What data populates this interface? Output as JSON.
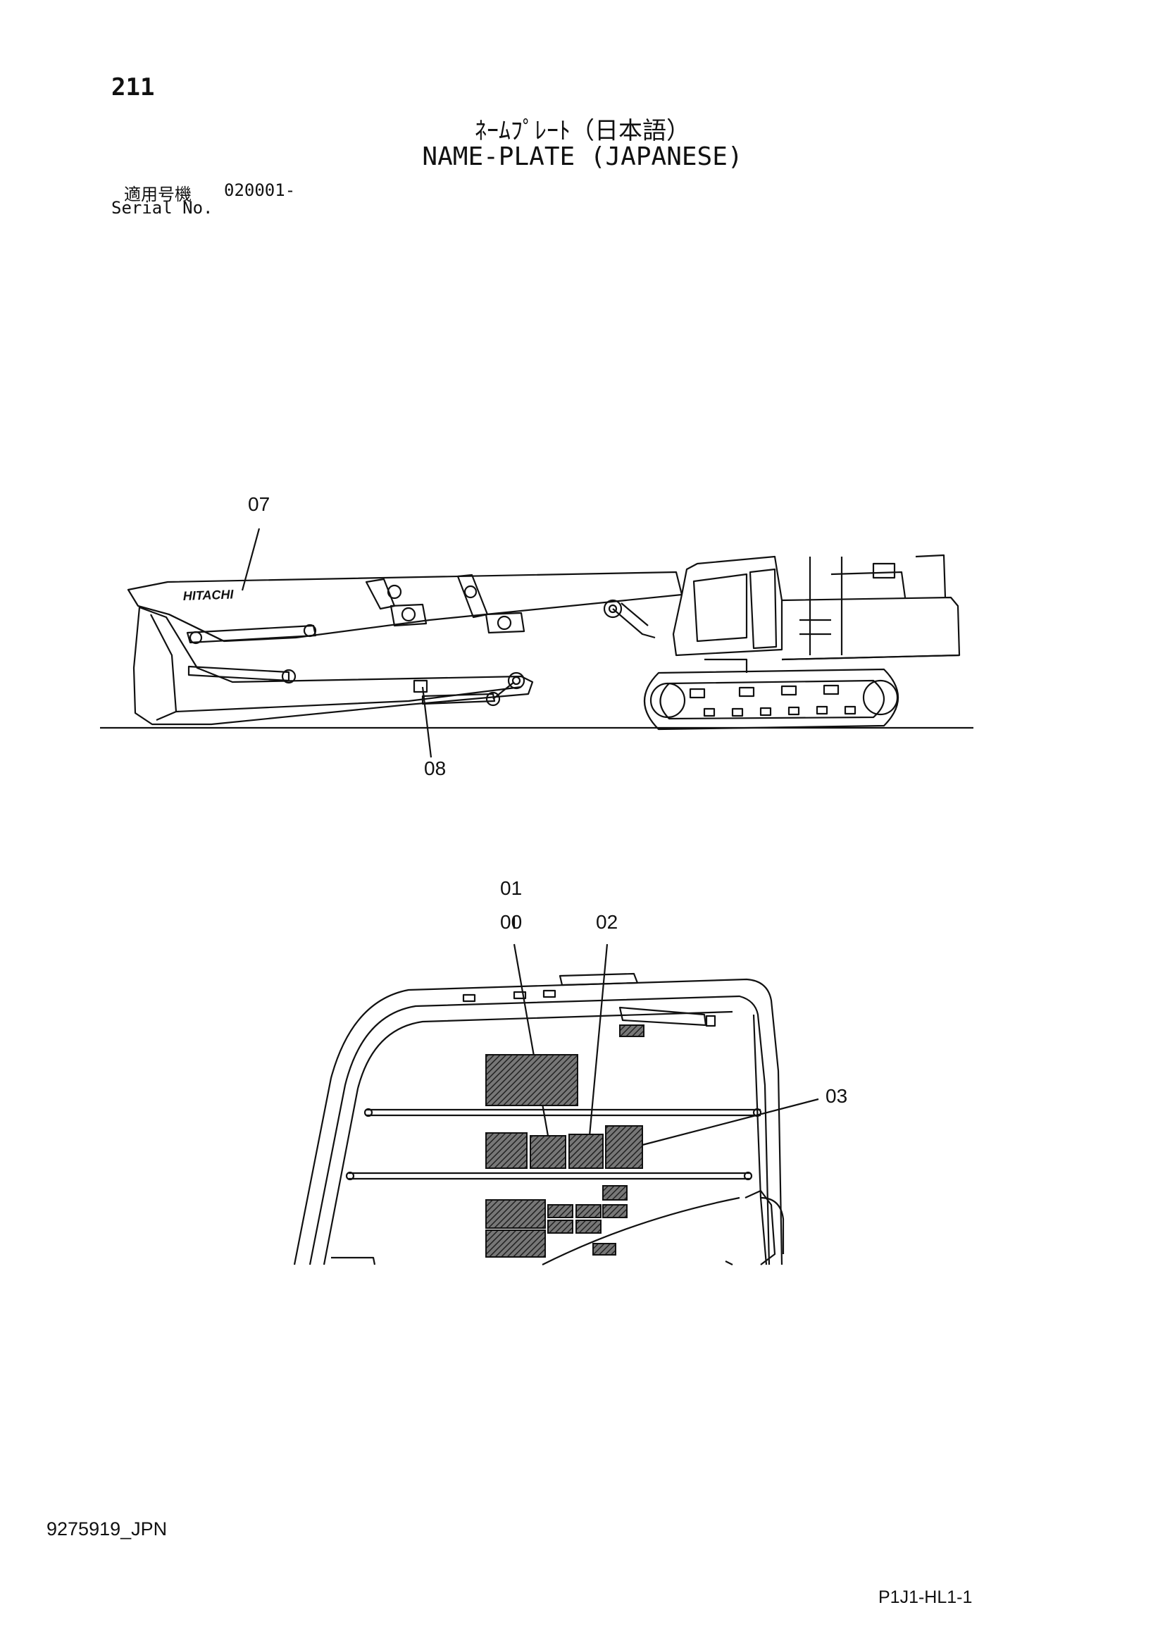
{
  "header": {
    "page_number": "211",
    "title_jp": "ﾈｰﾑﾌﾟﾚｰﾄ（日本語）",
    "title_en": "NAME-PLATE (JAPANESE)",
    "serial_label_jp": "適用号機",
    "serial_value": "020001-",
    "serial_label_en": "Serial No."
  },
  "excavator_figure": {
    "brand_text": "HITACHI",
    "callouts": [
      "07",
      "08"
    ]
  },
  "cab_figure": {
    "callouts": [
      "01",
      "00",
      "02",
      "03"
    ]
  },
  "footer": {
    "document_id": "9275919_JPN",
    "page_code": "P1J1-HL1-1"
  }
}
